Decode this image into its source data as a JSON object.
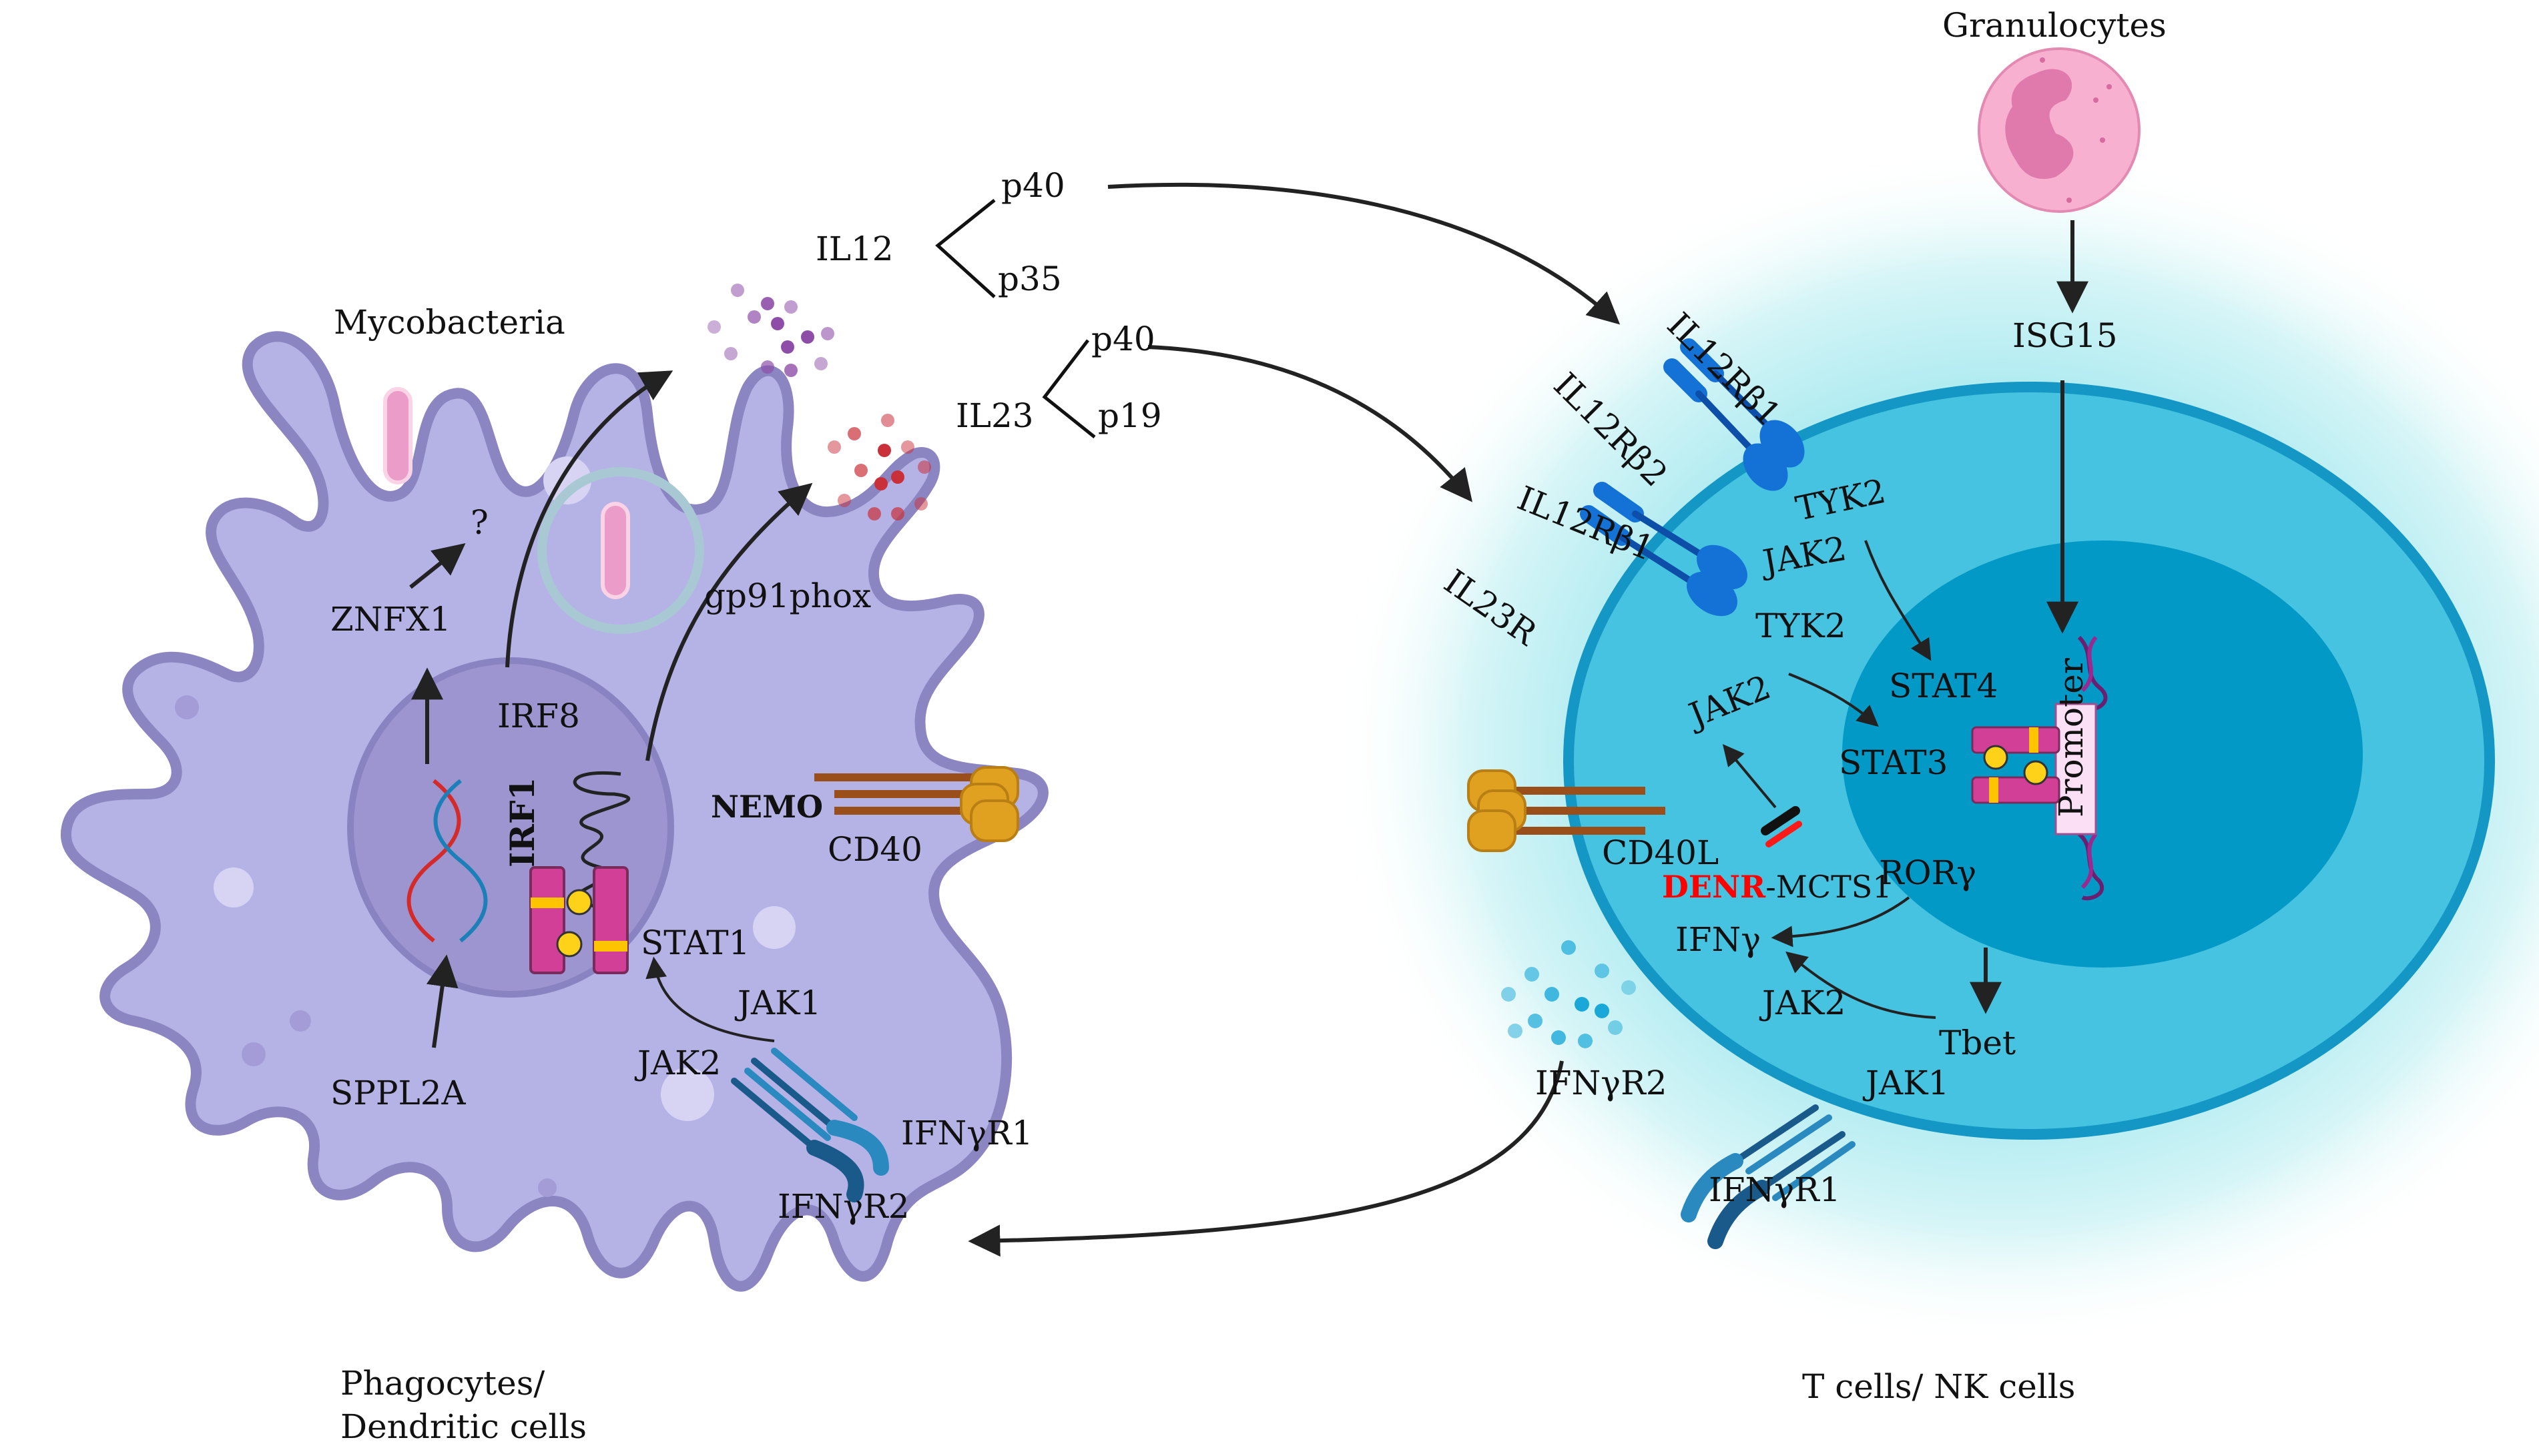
{
  "title": "IL-12/IL-23 and IFN-gamma signaling between phagocytes and T/NK cells",
  "cells": {
    "phagocyte": {
      "label_line1": "Phagocytes/",
      "label_line2": "Dendritic cells"
    },
    "tcell": {
      "label": "T cells/ NK cells"
    },
    "granulocyte": {
      "label": "Granulocytes"
    }
  },
  "phagocyte_labels": {
    "mycobacteria": "Mycobacteria",
    "question": "?",
    "znfx1": "ZNFX1",
    "gp91phox": "gp91phox",
    "irf8": "IRF8",
    "irf1": "IRF1",
    "stat1": "STAT1",
    "nemo": "NEMO",
    "cd40": "CD40",
    "jak1": "JAK1",
    "jak2": "JAK2",
    "ifngr1": "IFNγR1",
    "ifngr2": "IFNγR2",
    "sppl2a": "SPPL2A"
  },
  "cytokines": {
    "il12": {
      "label": "IL12",
      "subunits": [
        "p40",
        "p35"
      ]
    },
    "il23": {
      "label": "IL23",
      "subunits": [
        "p40",
        "p19"
      ]
    }
  },
  "tcell_labels": {
    "il12rb1_top": "IL12Rβ1",
    "il12rb2": "IL12Rβ2",
    "il12rb1_bottom": "IL12Rβ1",
    "il23r": "IL23R",
    "tyk2_top": "TYK2",
    "jak2_top": "JAK2",
    "tyk2_bottom": "TYK2",
    "jak2_mid": "JAK2",
    "stat4": "STAT4",
    "stat3": "STAT3",
    "cd40l": "CD40L",
    "denr": "DENR",
    "mcts1": "-MCTS1",
    "rorg": "RORγ",
    "ifng": "IFNγ",
    "jak2_bottom": "JAK2",
    "tbet": "Tbet",
    "jak1": "JAK1",
    "ifngr2": "IFNγR2",
    "ifngr1": "IFNγR1",
    "promoter": "Promoter",
    "isg15": "ISG15"
  },
  "colors": {
    "phagocyte_body": "#b5b3e6",
    "phagocyte_outline": "#8b86c2",
    "phagocyte_nucleus": "#9c95cf",
    "tcell_halo": "#bdeef2",
    "tcell_body": "#45c3e0",
    "tcell_outline": "#1497c4",
    "tcell_nucleus": "#0399c6",
    "receptor_blue": "#1472d6",
    "stat_magenta": "#d23f96",
    "stat_yellow": "#ffc400",
    "cd40_orange": "#e0a020",
    "cd40_stem": "#9a4f1a",
    "granulocyte_pink": "#f8b0d0",
    "denr_red": "#ff0000",
    "il12_dots": "#8e4ea8",
    "il23_dots": "#c9303a",
    "ifng_dots": "#1aa8d8"
  }
}
